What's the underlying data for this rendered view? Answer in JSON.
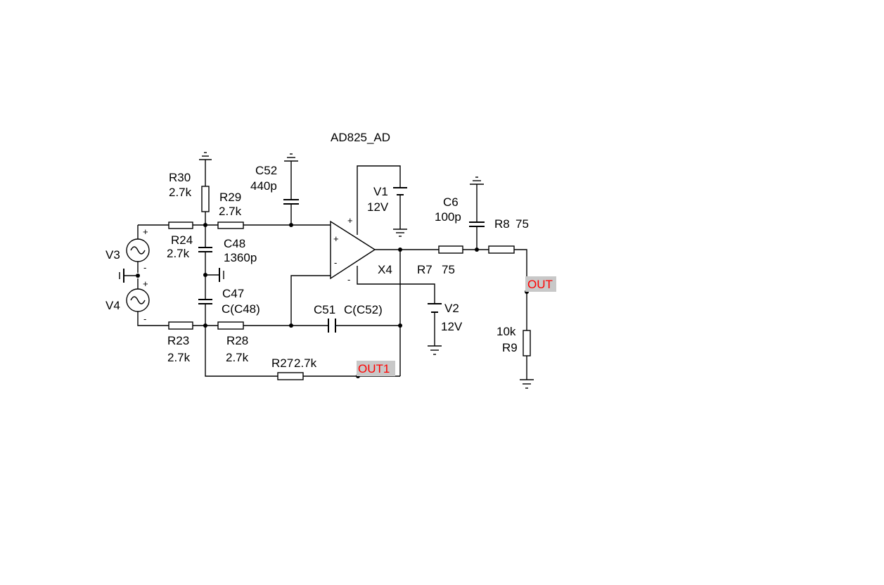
{
  "schematic": {
    "opamp": {
      "ref": "X4",
      "model": "AD825_AD",
      "plus": "+",
      "minus": "-"
    },
    "components": {
      "R30": {
        "ref": "R30",
        "value": "2.7k"
      },
      "R29": {
        "ref": "R29",
        "value": "2.7k"
      },
      "R24": {
        "ref": "R24",
        "value": "2.7k"
      },
      "R23": {
        "ref": "R23",
        "value": "2.7k"
      },
      "R28": {
        "ref": "R28",
        "value": "2.7k"
      },
      "R27": {
        "ref": "R27",
        "value": "2.7k"
      },
      "R7": {
        "ref": "R7",
        "value": "75"
      },
      "R8": {
        "ref": "R8",
        "value": "75"
      },
      "R9": {
        "ref": "R9",
        "value": "10k"
      },
      "C52": {
        "ref": "C52",
        "value": "440p"
      },
      "C48": {
        "ref": "C48",
        "value": "1360p"
      },
      "C47": {
        "ref": "C47",
        "value": "C(C48)"
      },
      "C51": {
        "ref": "C51",
        "value": "C(C52)"
      },
      "C6": {
        "ref": "C6",
        "value": "100p"
      },
      "V1": {
        "ref": "V1",
        "value": "12V"
      },
      "V2": {
        "ref": "V2",
        "value": "12V"
      },
      "V3": {
        "ref": "V3"
      },
      "V4": {
        "ref": "V4"
      }
    },
    "probes": {
      "out1": "OUT1",
      "out": "OUT"
    },
    "signs": {
      "plus": "+",
      "minus": "-"
    }
  }
}
